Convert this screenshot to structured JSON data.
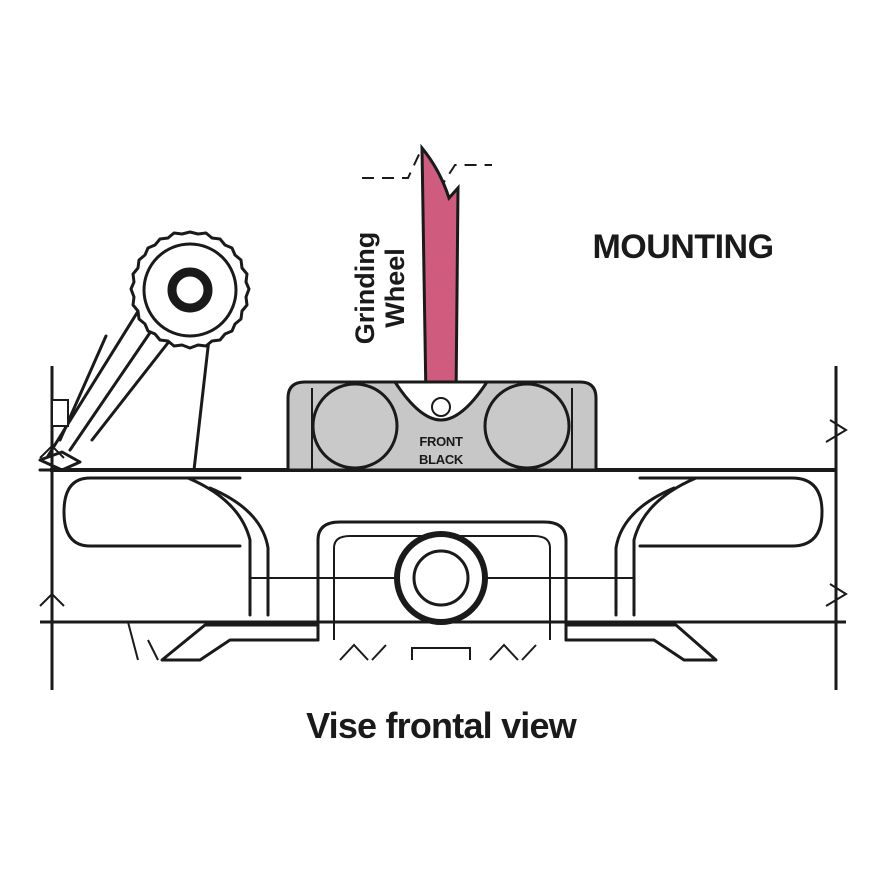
{
  "diagram": {
    "title": "MOUNTING",
    "wheel_label_line1": "Grinding",
    "wheel_label_line2": "Wheel",
    "jaw_label_line1": "FRONT",
    "jaw_label_line2": "BLACK",
    "caption": "Vise frontal view"
  },
  "colors": {
    "wheel": "#cf5c7e",
    "jaw": "#c7c7c7",
    "roller": "#c9c9c9",
    "line": "#1a1a1a"
  }
}
